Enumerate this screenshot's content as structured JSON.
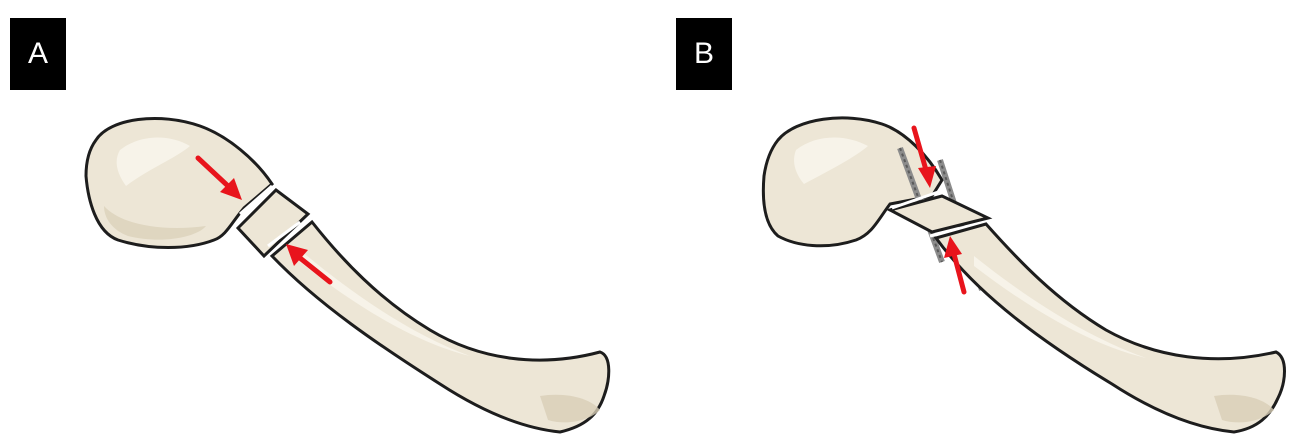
{
  "panels": [
    {
      "label": "A"
    },
    {
      "label": "B"
    }
  ],
  "colors": {
    "bone_fill": "#ede6d6",
    "bone_highlight": "#f9f6ee",
    "bone_shade": "#d8ceb6",
    "outline": "#1d1d1d",
    "arrow": "#e8141c",
    "screw": "#8c8c8c",
    "label_bg": "#000000",
    "label_text": "#ffffff"
  },
  "icons": [
    "bone-illustration",
    "red-arrow",
    "screw"
  ]
}
